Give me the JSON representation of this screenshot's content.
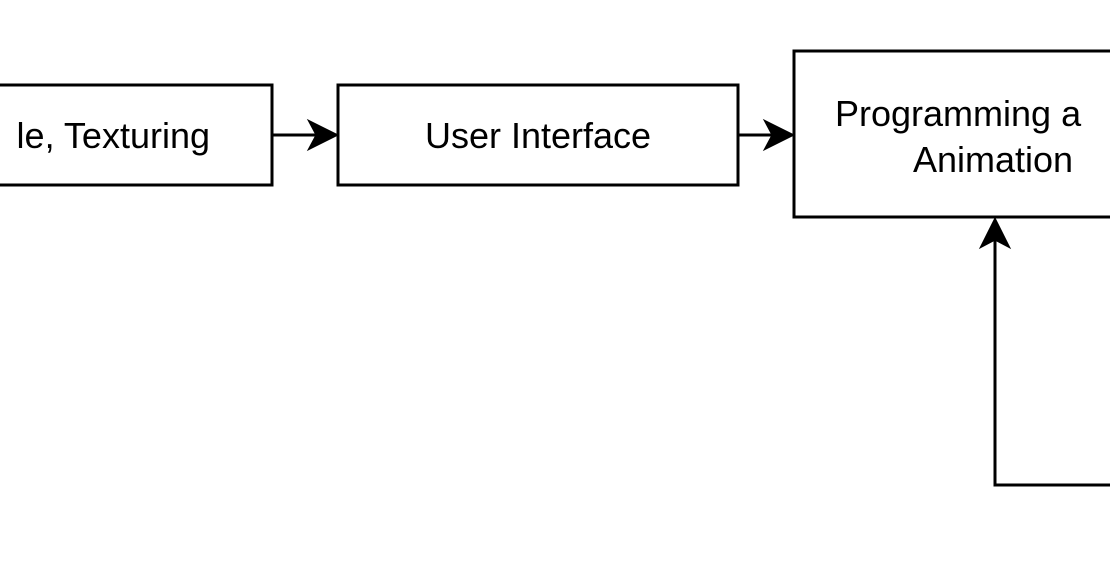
{
  "diagram": {
    "nodes": {
      "modeling": {
        "label": "le, Texturing"
      },
      "ui": {
        "label": "User Interface"
      },
      "programming": {
        "line1": "Programming a",
        "line2": "Animation"
      }
    },
    "edges": [
      {
        "from": "modeling",
        "to": "ui"
      },
      {
        "from": "ui",
        "to": "programming"
      },
      {
        "from": "offscreen",
        "to": "programming"
      }
    ],
    "colors": {
      "stroke": "#000000",
      "fill": "#ffffff"
    }
  }
}
